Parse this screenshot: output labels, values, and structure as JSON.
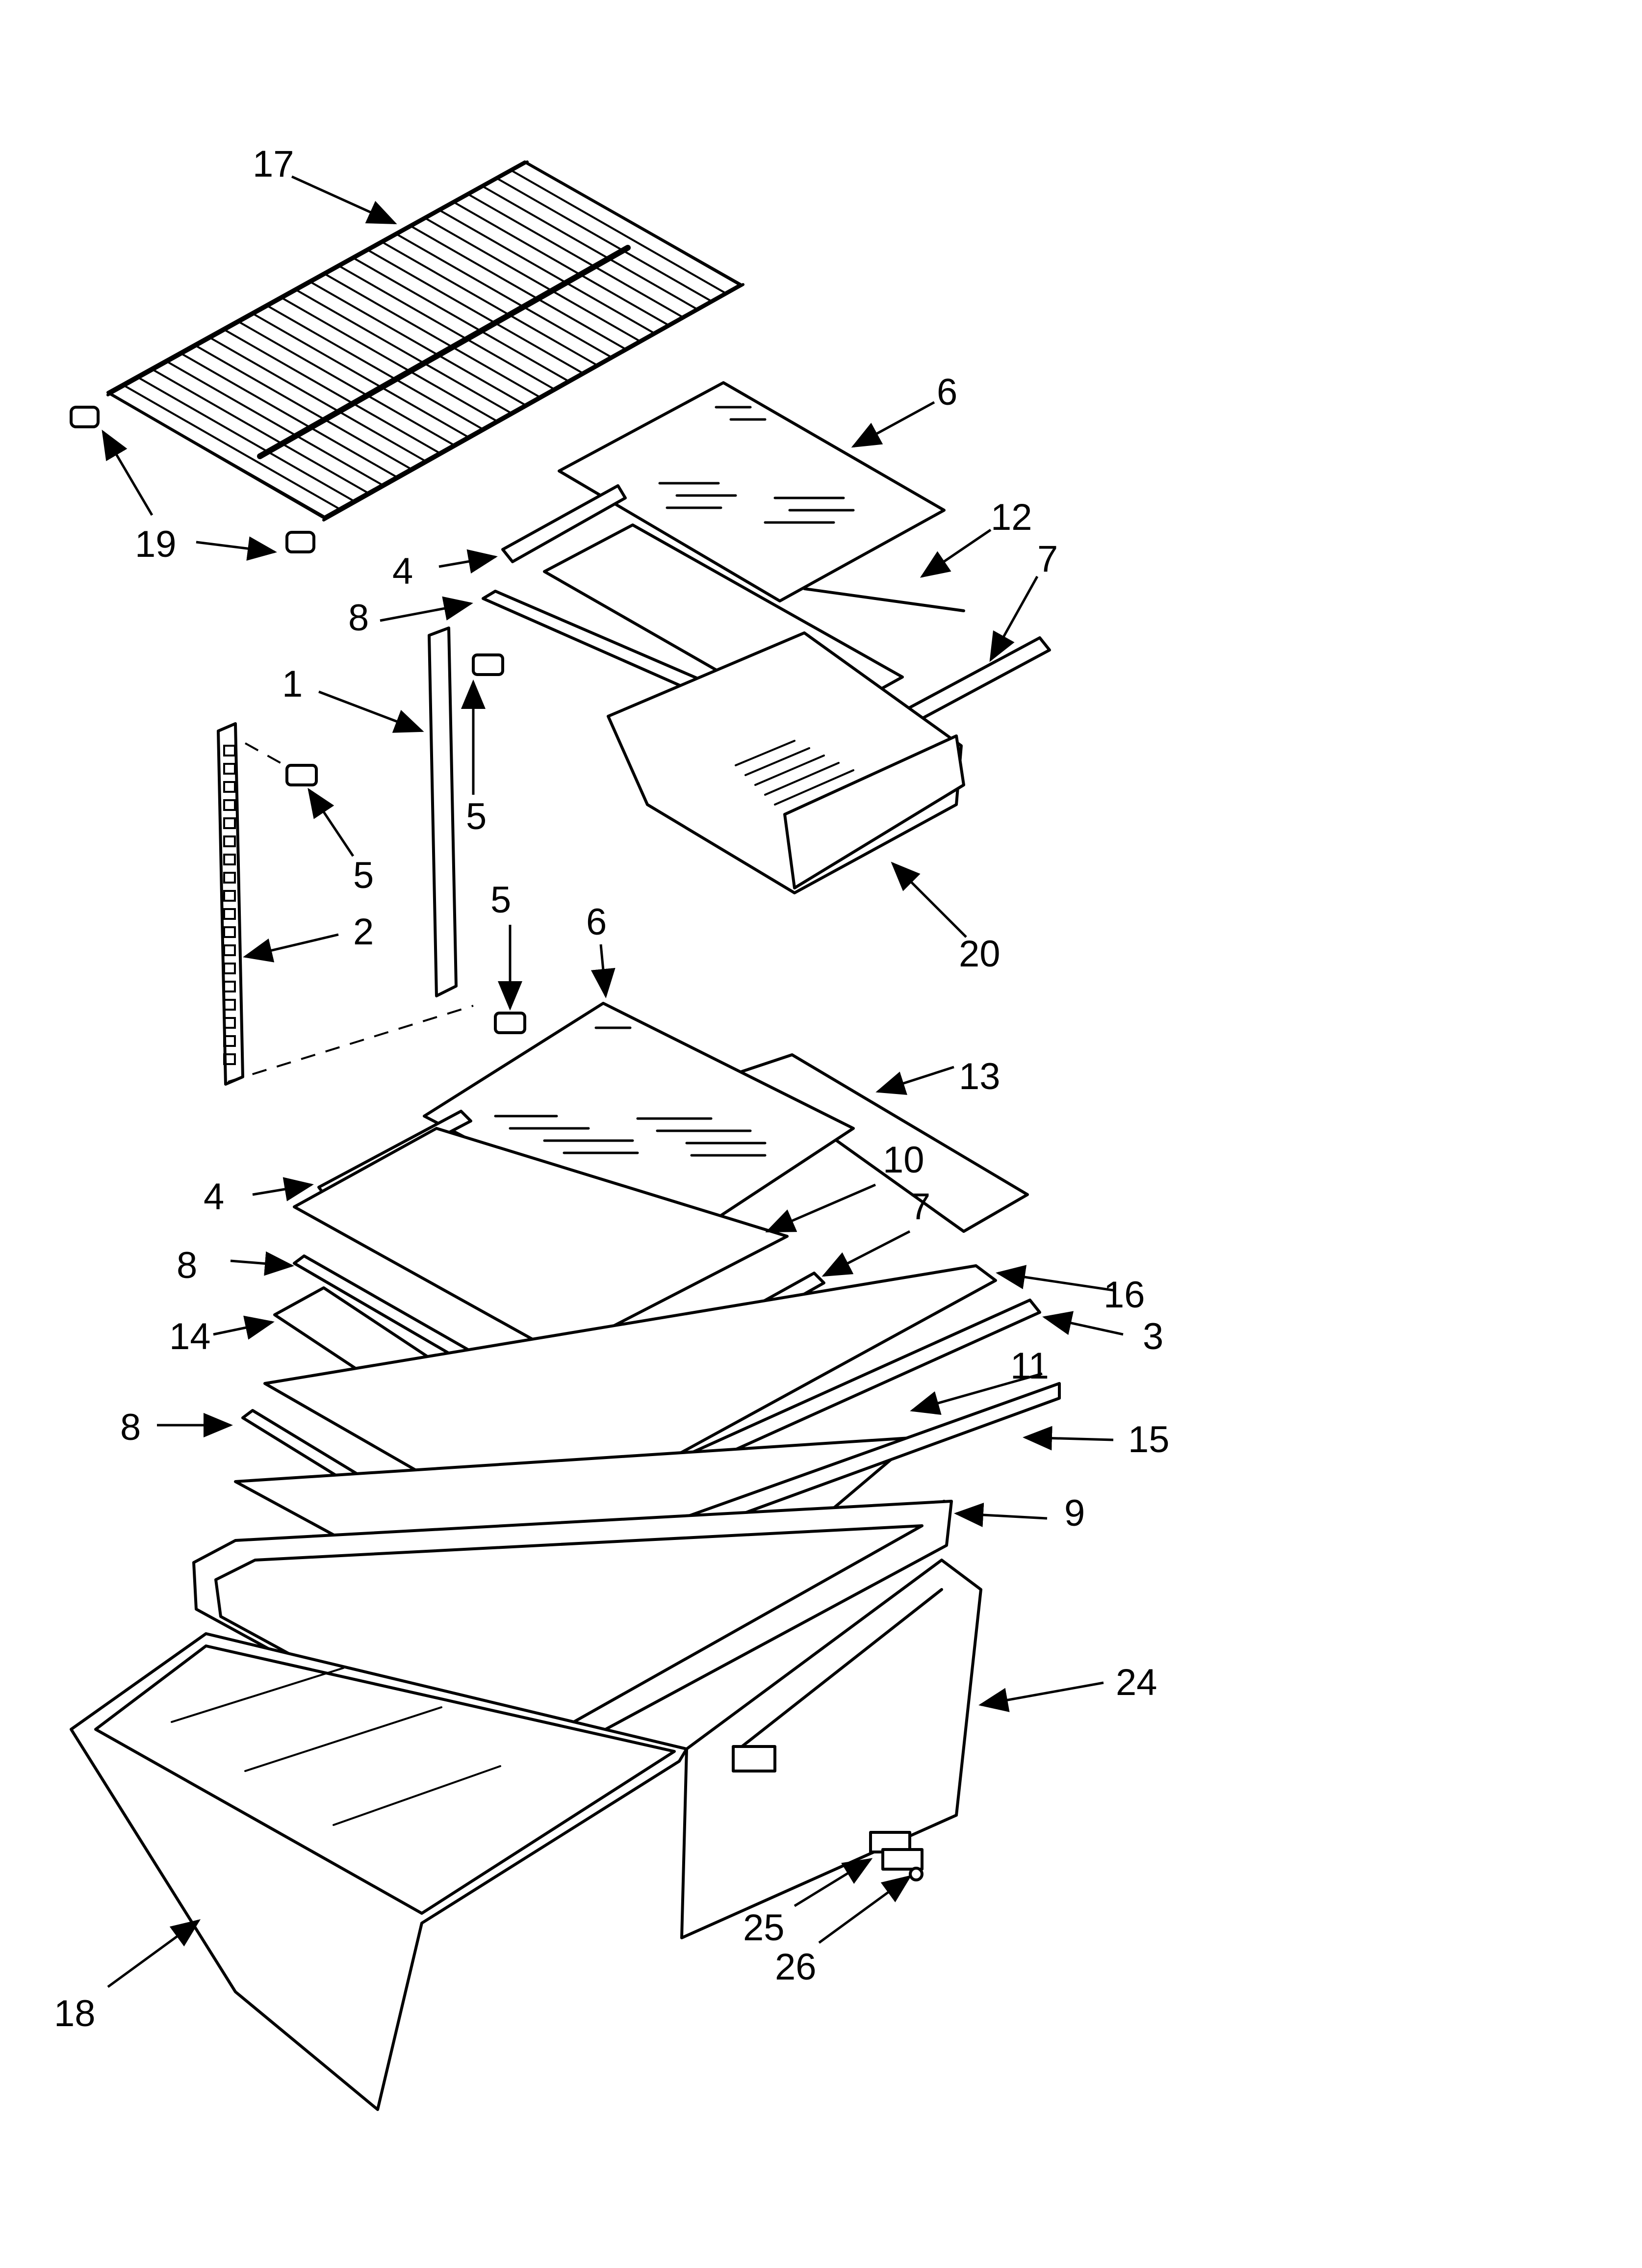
{
  "callouts": [
    {
      "id": "c17",
      "label": "17"
    },
    {
      "id": "c19a",
      "label": "19"
    },
    {
      "id": "c6a",
      "label": "6"
    },
    {
      "id": "c12",
      "label": "12"
    },
    {
      "id": "c7a",
      "label": "7"
    },
    {
      "id": "c4a",
      "label": "4"
    },
    {
      "id": "c8a",
      "label": "8"
    },
    {
      "id": "c1",
      "label": "1"
    },
    {
      "id": "c5a",
      "label": "5"
    },
    {
      "id": "c5b",
      "label": "5"
    },
    {
      "id": "c5c",
      "label": "5"
    },
    {
      "id": "c2",
      "label": "2"
    },
    {
      "id": "c20",
      "label": "20"
    },
    {
      "id": "c6b",
      "label": "6"
    },
    {
      "id": "c13",
      "label": "13"
    },
    {
      "id": "c10",
      "label": "10"
    },
    {
      "id": "c4b",
      "label": "4"
    },
    {
      "id": "c7b",
      "label": "7"
    },
    {
      "id": "c8b",
      "label": "8"
    },
    {
      "id": "c16",
      "label": "16"
    },
    {
      "id": "c14",
      "label": "14"
    },
    {
      "id": "c3",
      "label": "3"
    },
    {
      "id": "c11",
      "label": "11"
    },
    {
      "id": "c8c",
      "label": "8"
    },
    {
      "id": "c15",
      "label": "15"
    },
    {
      "id": "c9",
      "label": "9"
    },
    {
      "id": "c24",
      "label": "24"
    },
    {
      "id": "c25",
      "label": "25"
    },
    {
      "id": "c26",
      "label": "26"
    },
    {
      "id": "c18",
      "label": "18"
    }
  ]
}
